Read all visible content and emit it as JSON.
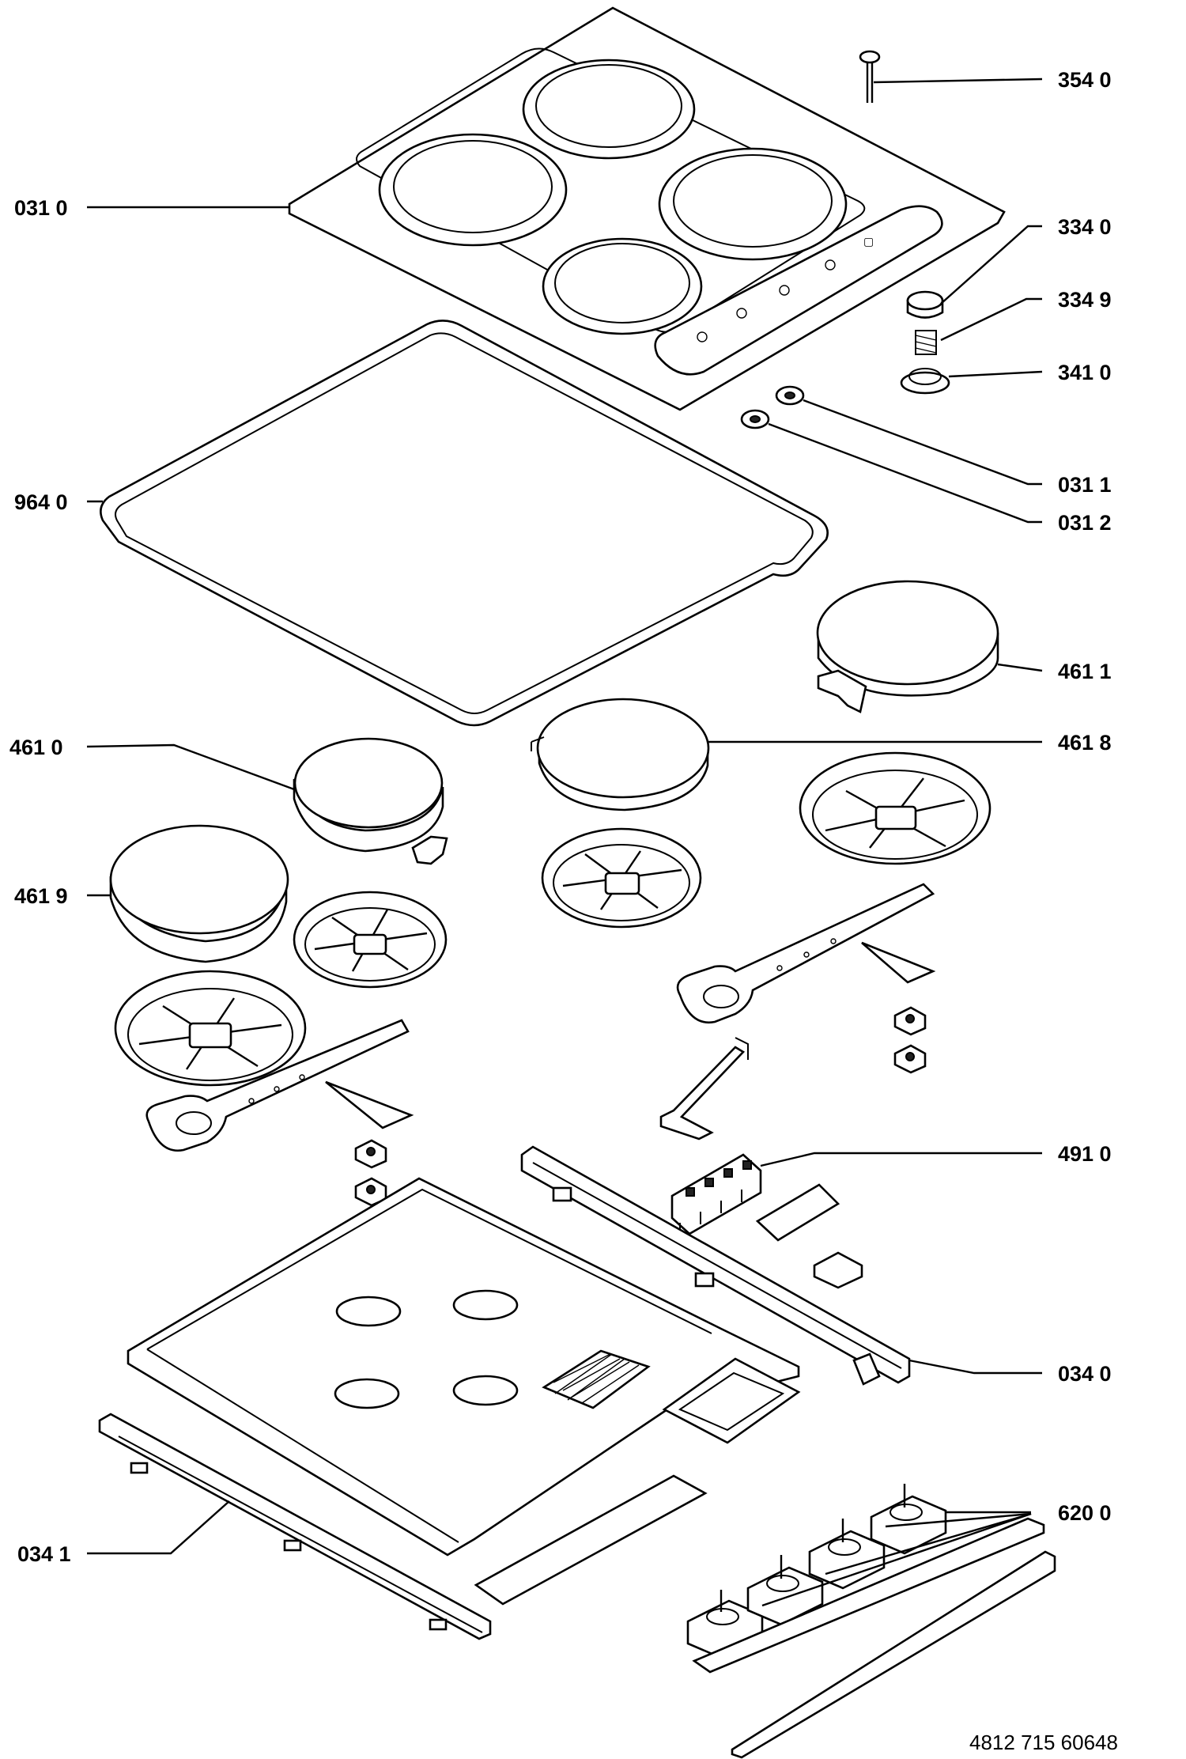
{
  "labels": {
    "l354_0": "354  0",
    "l031_0": "031  0",
    "l334_0": "334  0",
    "l334_9": "334 9",
    "l341_0": "341  0",
    "l964_0": "964  0",
    "l031_1": "031  1",
    "l031_2": "031  2",
    "l461_1": "461  1",
    "l461_0": "461   0",
    "l461_8": "461  8",
    "l461_9": "461  9",
    "l491_0": "491  0",
    "l034_0": "034  0",
    "l034_1": "034   1",
    "l620_0": "620  0"
  },
  "document_number": "4812 715 60648"
}
